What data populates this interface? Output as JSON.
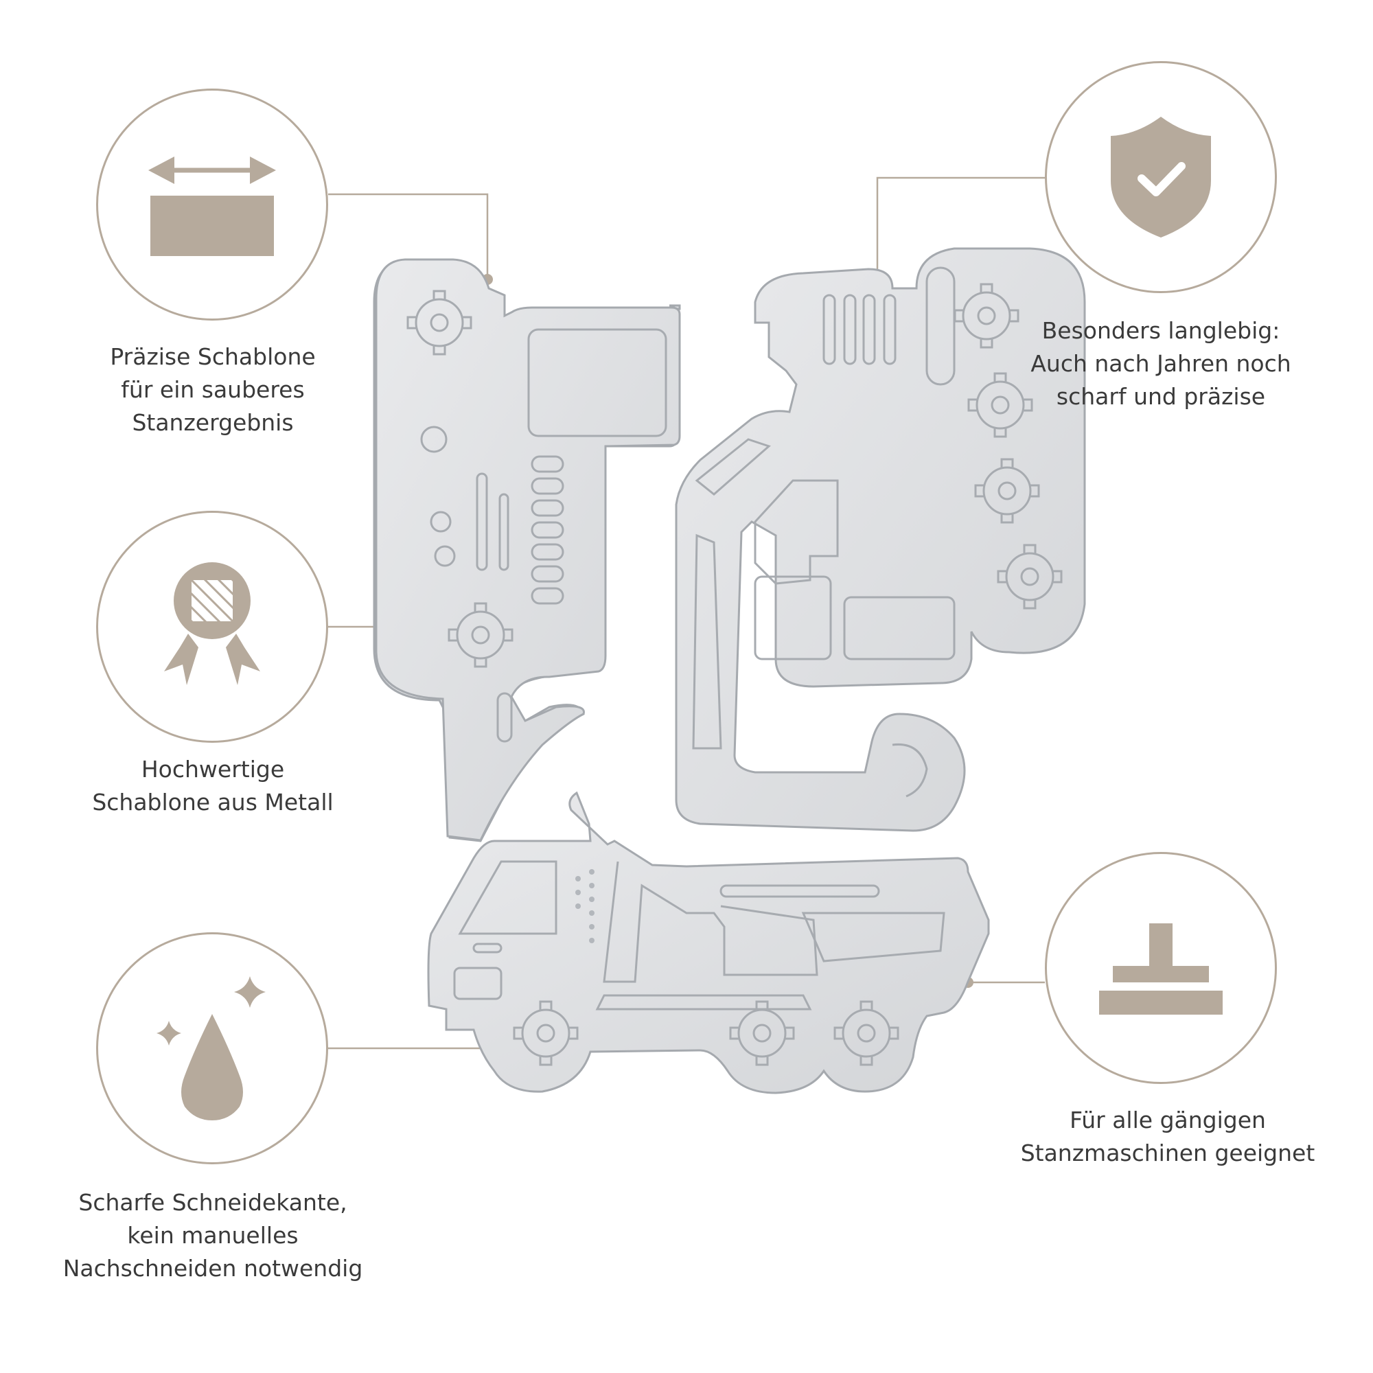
{
  "colors": {
    "accent": "#b6aa9c",
    "text": "#3a3a3a",
    "metal": "#dcdde0",
    "metal_edge": "#aaaeb3",
    "background": "#ffffff"
  },
  "features": {
    "precise": {
      "icon": "width-arrow-block-icon",
      "lines": [
        "Präzise Schablone",
        "für ein sauberes",
        "Stanzergebnis"
      ]
    },
    "durable": {
      "icon": "shield-check-icon",
      "lines": [
        "Besonders langlebig:",
        "Auch nach Jahren noch",
        "scharf und präzise"
      ]
    },
    "metal": {
      "icon": "award-badge-icon",
      "lines": [
        "Hochwertige",
        "Schablone aus Metall"
      ]
    },
    "machines": {
      "icon": "press-stamp-icon",
      "lines": [
        "Für alle gängigen",
        "Stanzmaschinen geeignet"
      ]
    },
    "sharp": {
      "icon": "drop-sparkle-icon",
      "lines": [
        "Scharfe Schneidekante,",
        "kein manuelles",
        "Nachschneiden notwendig"
      ]
    }
  },
  "product": {
    "pieces": [
      "excavator-track-piece",
      "excavator-arm-piece",
      "dump-truck-piece"
    ]
  }
}
